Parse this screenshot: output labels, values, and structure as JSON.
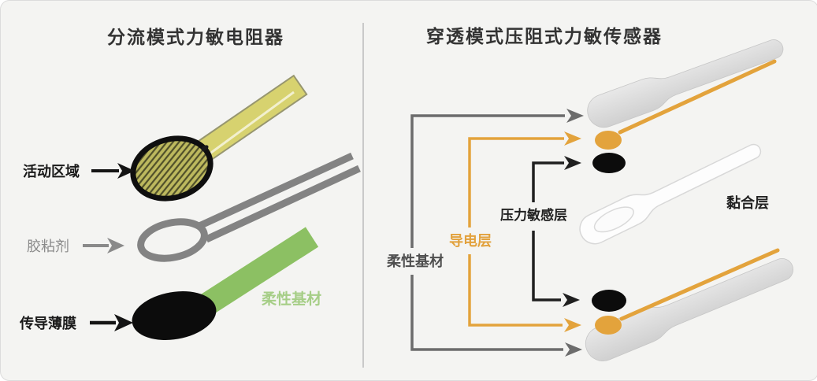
{
  "left_panel": {
    "title": "分流模式力敏电阻器",
    "labels": {
      "active_area": "活动区域",
      "adhesive": "胶粘剂",
      "conductive_film": "传导薄膜",
      "flexible_substrate": "柔性基材"
    }
  },
  "right_panel": {
    "title": "穿透模式压阻式力敏传感器",
    "labels": {
      "flexible_substrate": "柔性基材",
      "conductive_layer": "导电层",
      "pressure_sensitive_layer": "压力敏感层",
      "adhesive_layer": "黏合层"
    }
  },
  "colors": {
    "background": "#f4f4f2",
    "orange": "#e2a13c",
    "green_substrate": "#8cc063",
    "green_label": "#a6ce87",
    "gray_line": "#6c6c6c",
    "light_gray_substrate": "#dadada",
    "sensor_yellow": "#d7d26f",
    "black": "#1a1a1a"
  }
}
